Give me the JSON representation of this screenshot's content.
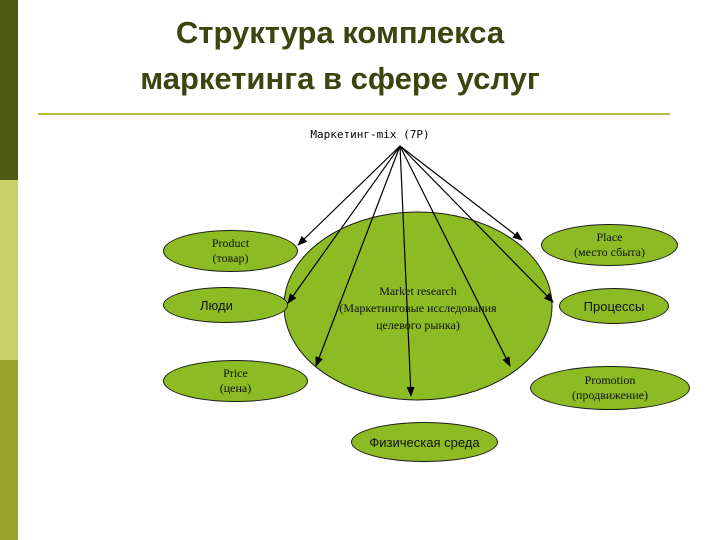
{
  "title": {
    "line1": "Структура комплекса",
    "line2": "маркетинга в сфере услуг"
  },
  "diagram": {
    "source_label": "Маркетинг-mix (7Р)",
    "center": {
      "line1": "Market research",
      "line2": "(Маркетинговые исследования",
      "line3": "целевого рынка)"
    },
    "product": {
      "line1": "Product",
      "line2": "(товар)"
    },
    "people": {
      "line1": "Люди"
    },
    "price": {
      "line1": "Price",
      "line2": "(цена)"
    },
    "place": {
      "line1": "Place",
      "line2": "(место сбыта)"
    },
    "processes": {
      "line1": "Процессы"
    },
    "promotion": {
      "line1": "Promotion",
      "line2": "(продвижение)"
    },
    "physical": {
      "line1": "Физическая среда"
    }
  },
  "colors": {
    "oval_fill": "#8cbb23",
    "title_color": "#3c4510",
    "left_bar_dark": "#4f5a14",
    "left_bar_light": "#c9cf6a",
    "left_bar_mid": "#98a52a"
  }
}
